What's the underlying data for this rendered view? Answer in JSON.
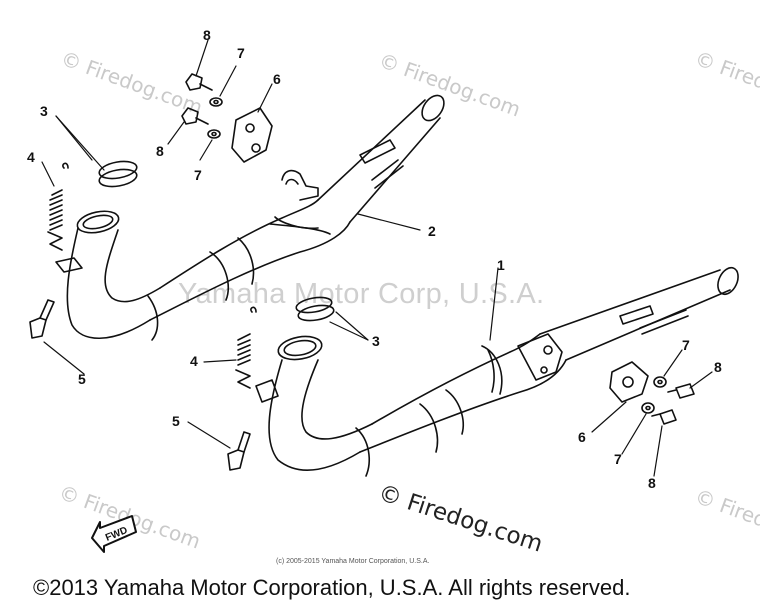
{
  "watermarks": {
    "firedog_light": "© Firedog.com",
    "center": "Yamaha Motor Corp, U.S.A.",
    "firedog_dark": "© Firedog.com",
    "small_copyright": "(c) 2005-2015 Yamaha Motor Corporation, U.S.A."
  },
  "footer": {
    "copyright": "©2013 Yamaha Motor Corporation, U.S.A. All rights reserved."
  },
  "callouts": {
    "c1": "1",
    "c2": "2",
    "c3a": "3",
    "c3b": "3",
    "c4a": "4",
    "c4b": "4",
    "c5a": "5",
    "c5b": "5",
    "c6a": "6",
    "c6b": "6",
    "c7a": "7",
    "c7b": "7",
    "c7c": "7",
    "c7d": "7",
    "c8a": "8",
    "c8b": "8",
    "c8c": "8",
    "c8d": "8"
  },
  "fwd_label": "FWD"
}
